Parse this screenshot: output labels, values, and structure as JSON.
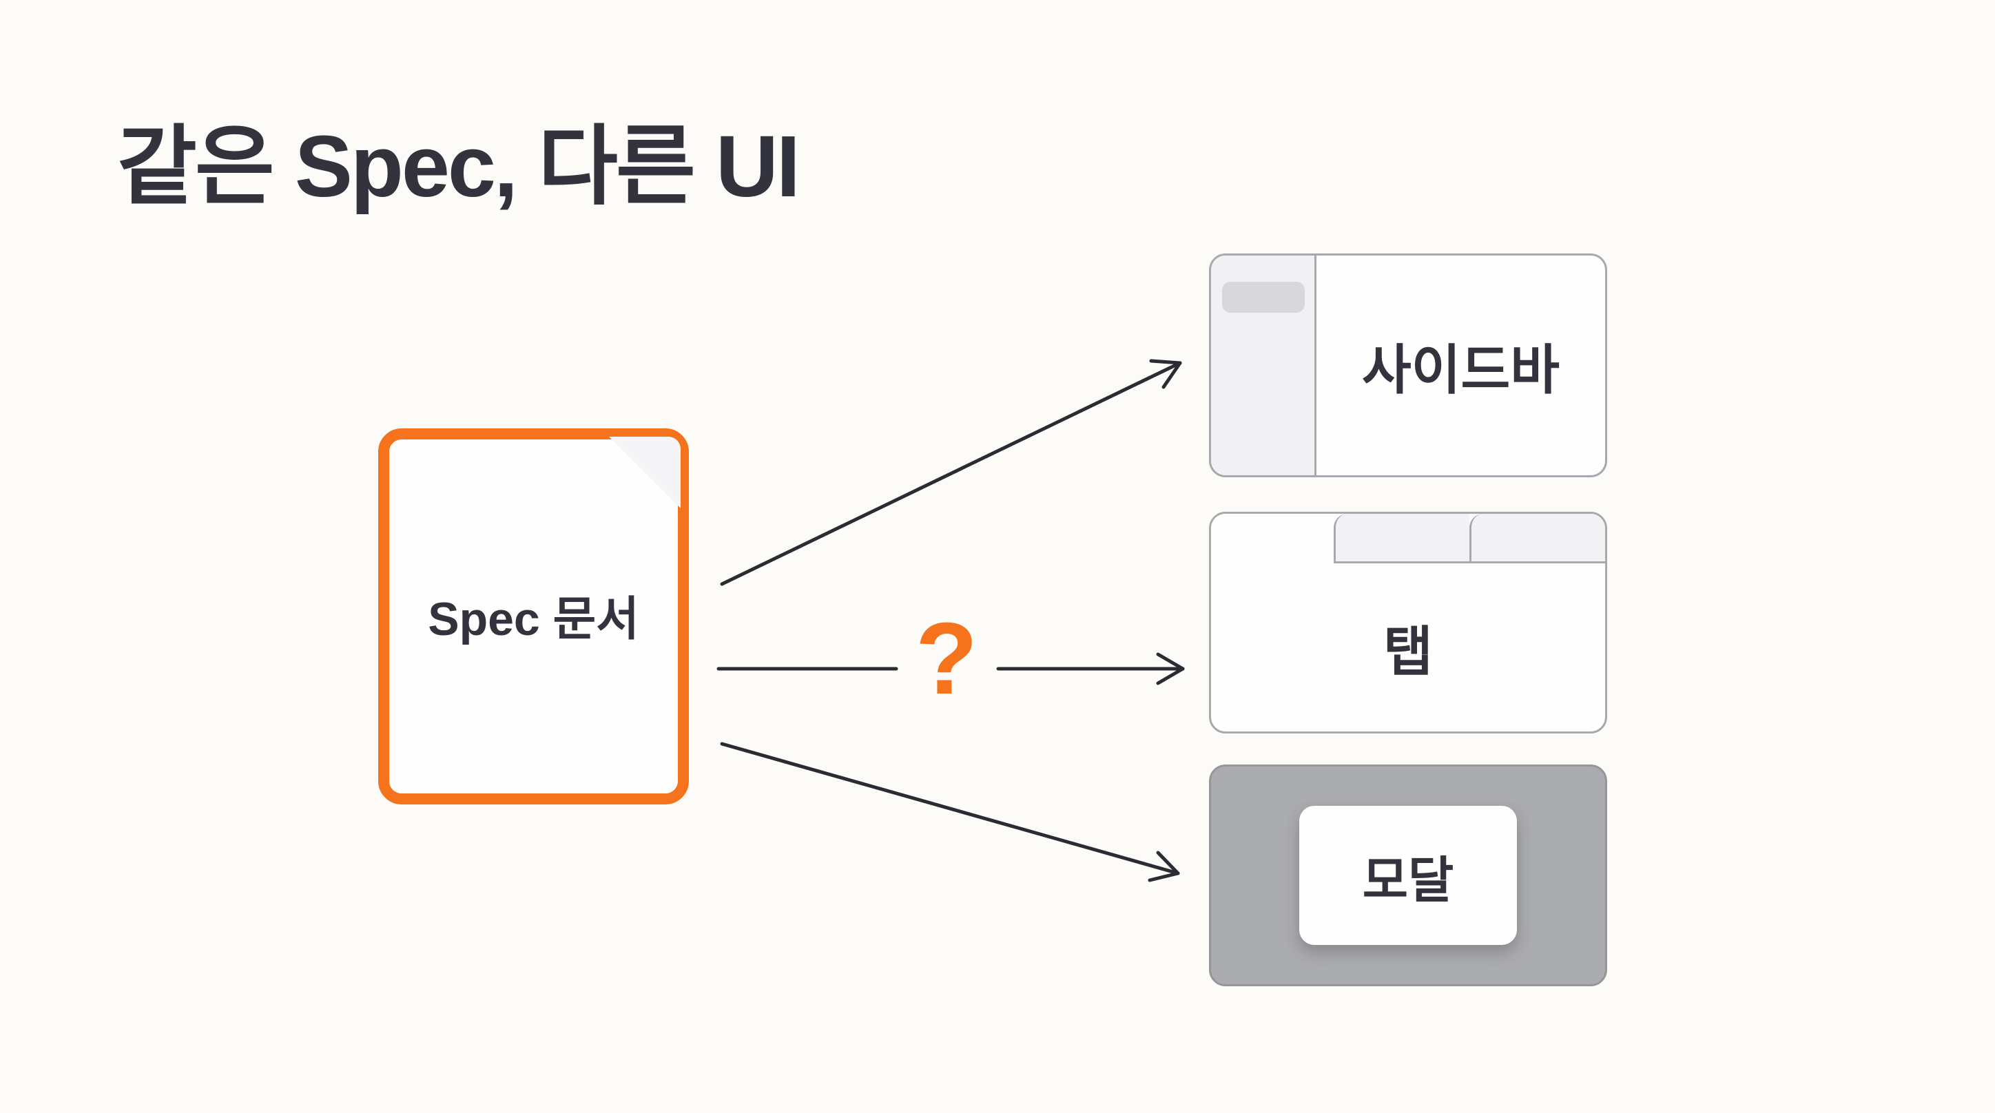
{
  "title": "같은 Spec, 다른 UI",
  "colors": {
    "accent_orange": "#F4731C",
    "text_dark": "#32333C",
    "arrow_dark": "#2B2C33",
    "box_border_gray": "#A9A9AD",
    "panel_fill_gray": "#F1F1F3",
    "placeholder_gray": "#D8D8DC",
    "modal_overlay_gray": "#ABACAF",
    "background": "#FCFBF8"
  },
  "diagram": {
    "source": {
      "label": "Spec 문서",
      "icon": "document-with-folded-corner"
    },
    "connector": {
      "question_mark": "?"
    },
    "targets": [
      {
        "id": "sidebar",
        "label": "사이드바"
      },
      {
        "id": "tab",
        "label": "탭"
      },
      {
        "id": "modal",
        "label": "모달"
      }
    ]
  }
}
